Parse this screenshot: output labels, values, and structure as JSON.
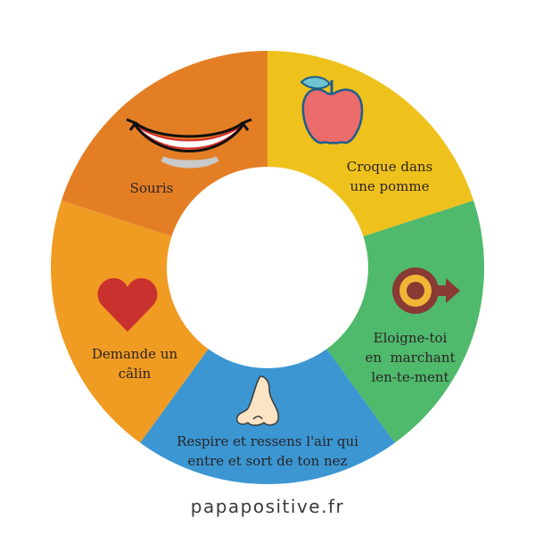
{
  "segments": [
    {
      "id": "croque",
      "lines": [
        "Croque dans",
        "une pomme"
      ],
      "color": "#efc11c",
      "icon": "apple-icon"
    },
    {
      "id": "eloigne",
      "lines": [
        "Eloigne-toi",
        "en  marchant",
        "len-te-ment"
      ],
      "color": "#4fb96c",
      "icon": "target-arrow-icon"
    },
    {
      "id": "respire",
      "lines": [
        "Respire et ressens l'air qui",
        "entre et sort de ton nez"
      ],
      "color": "#3b96d2",
      "icon": "nose-icon"
    },
    {
      "id": "calin",
      "lines": [
        "Demande un",
        "câlin"
      ],
      "color": "#f09b22",
      "icon": "heart-icon"
    },
    {
      "id": "souris",
      "lines": [
        "Souris"
      ],
      "color": "#e47e25",
      "icon": "smile-icon"
    }
  ],
  "footer": "papapositive.fr"
}
